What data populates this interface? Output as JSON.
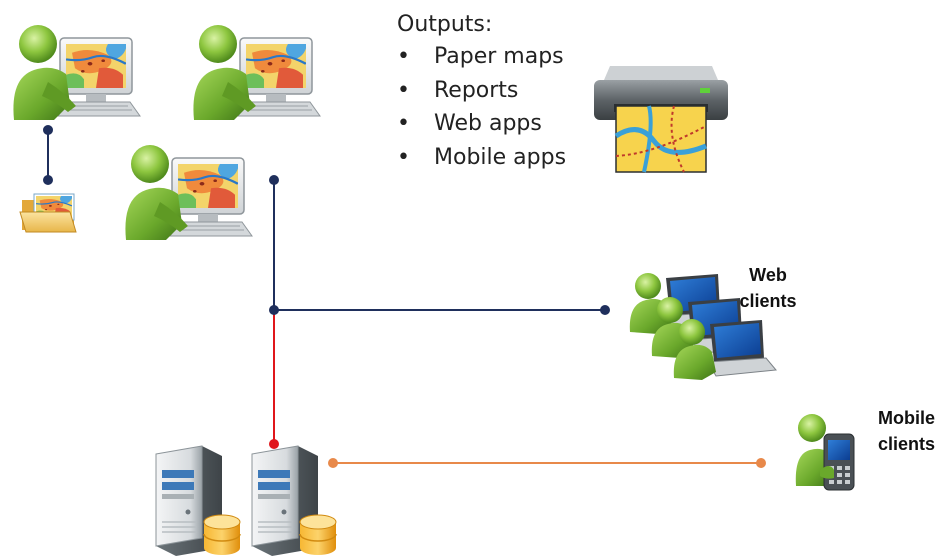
{
  "outputs": {
    "title": "Outputs:",
    "items": [
      "Paper maps",
      "Reports",
      "Web apps",
      "Mobile apps"
    ]
  },
  "clients": {
    "web": {
      "line1": "Web",
      "line2": "clients"
    },
    "mobile": {
      "line1": "Mobile",
      "line2": "clients"
    }
  },
  "colors": {
    "navy_line": "#1f2f5c",
    "red_line": "#e0161b",
    "orange_line": "#e8894a",
    "user_green": "#7cb82f",
    "server_gray": "#6f7a80",
    "database_orange": "#f3a41a"
  },
  "icons": [
    "desktop-user-icon",
    "folder-maps-icon",
    "printer-map-icon",
    "web-clients-icon",
    "mobile-client-icon",
    "server-icon",
    "database-icon"
  ]
}
